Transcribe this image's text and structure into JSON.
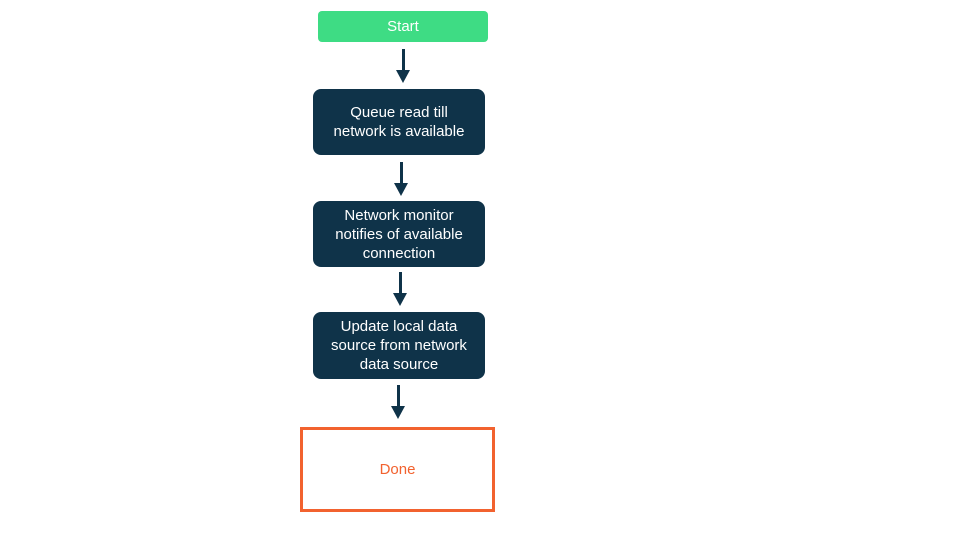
{
  "diagram": {
    "type": "flowchart",
    "direction": "top-down",
    "background": "#FFFFFF",
    "arrow_color": "#0F3349",
    "colors": {
      "start_fill": "#3EDC84",
      "process_fill": "#0F3349",
      "terminal_border": "#F2622F",
      "node_text_light": "#FFFFFF",
      "terminal_text": "#F2622F"
    },
    "nodes": [
      {
        "id": "start",
        "kind": "start",
        "label": "Start",
        "fill": "#3EDC84",
        "text_color": "#FFFFFF"
      },
      {
        "id": "queue-read",
        "kind": "process",
        "label": "Queue read till network is available",
        "fill": "#0F3349",
        "text_color": "#FFFFFF"
      },
      {
        "id": "network-monitor",
        "kind": "process",
        "label": "Network monitor notifies of available connection",
        "fill": "#0F3349",
        "text_color": "#FFFFFF"
      },
      {
        "id": "update-local-source",
        "kind": "process",
        "label": "Update local data source from network data source",
        "fill": "#0F3349",
        "text_color": "#FFFFFF"
      },
      {
        "id": "done",
        "kind": "terminal",
        "label": "Done",
        "fill": "#FFFFFF",
        "border_color": "#F2622F",
        "text_color": "#F2622F"
      }
    ],
    "edges": [
      {
        "from": "start",
        "to": "queue-read"
      },
      {
        "from": "queue-read",
        "to": "network-monitor"
      },
      {
        "from": "network-monitor",
        "to": "update-local-source"
      },
      {
        "from": "update-local-source",
        "to": "done"
      }
    ]
  }
}
